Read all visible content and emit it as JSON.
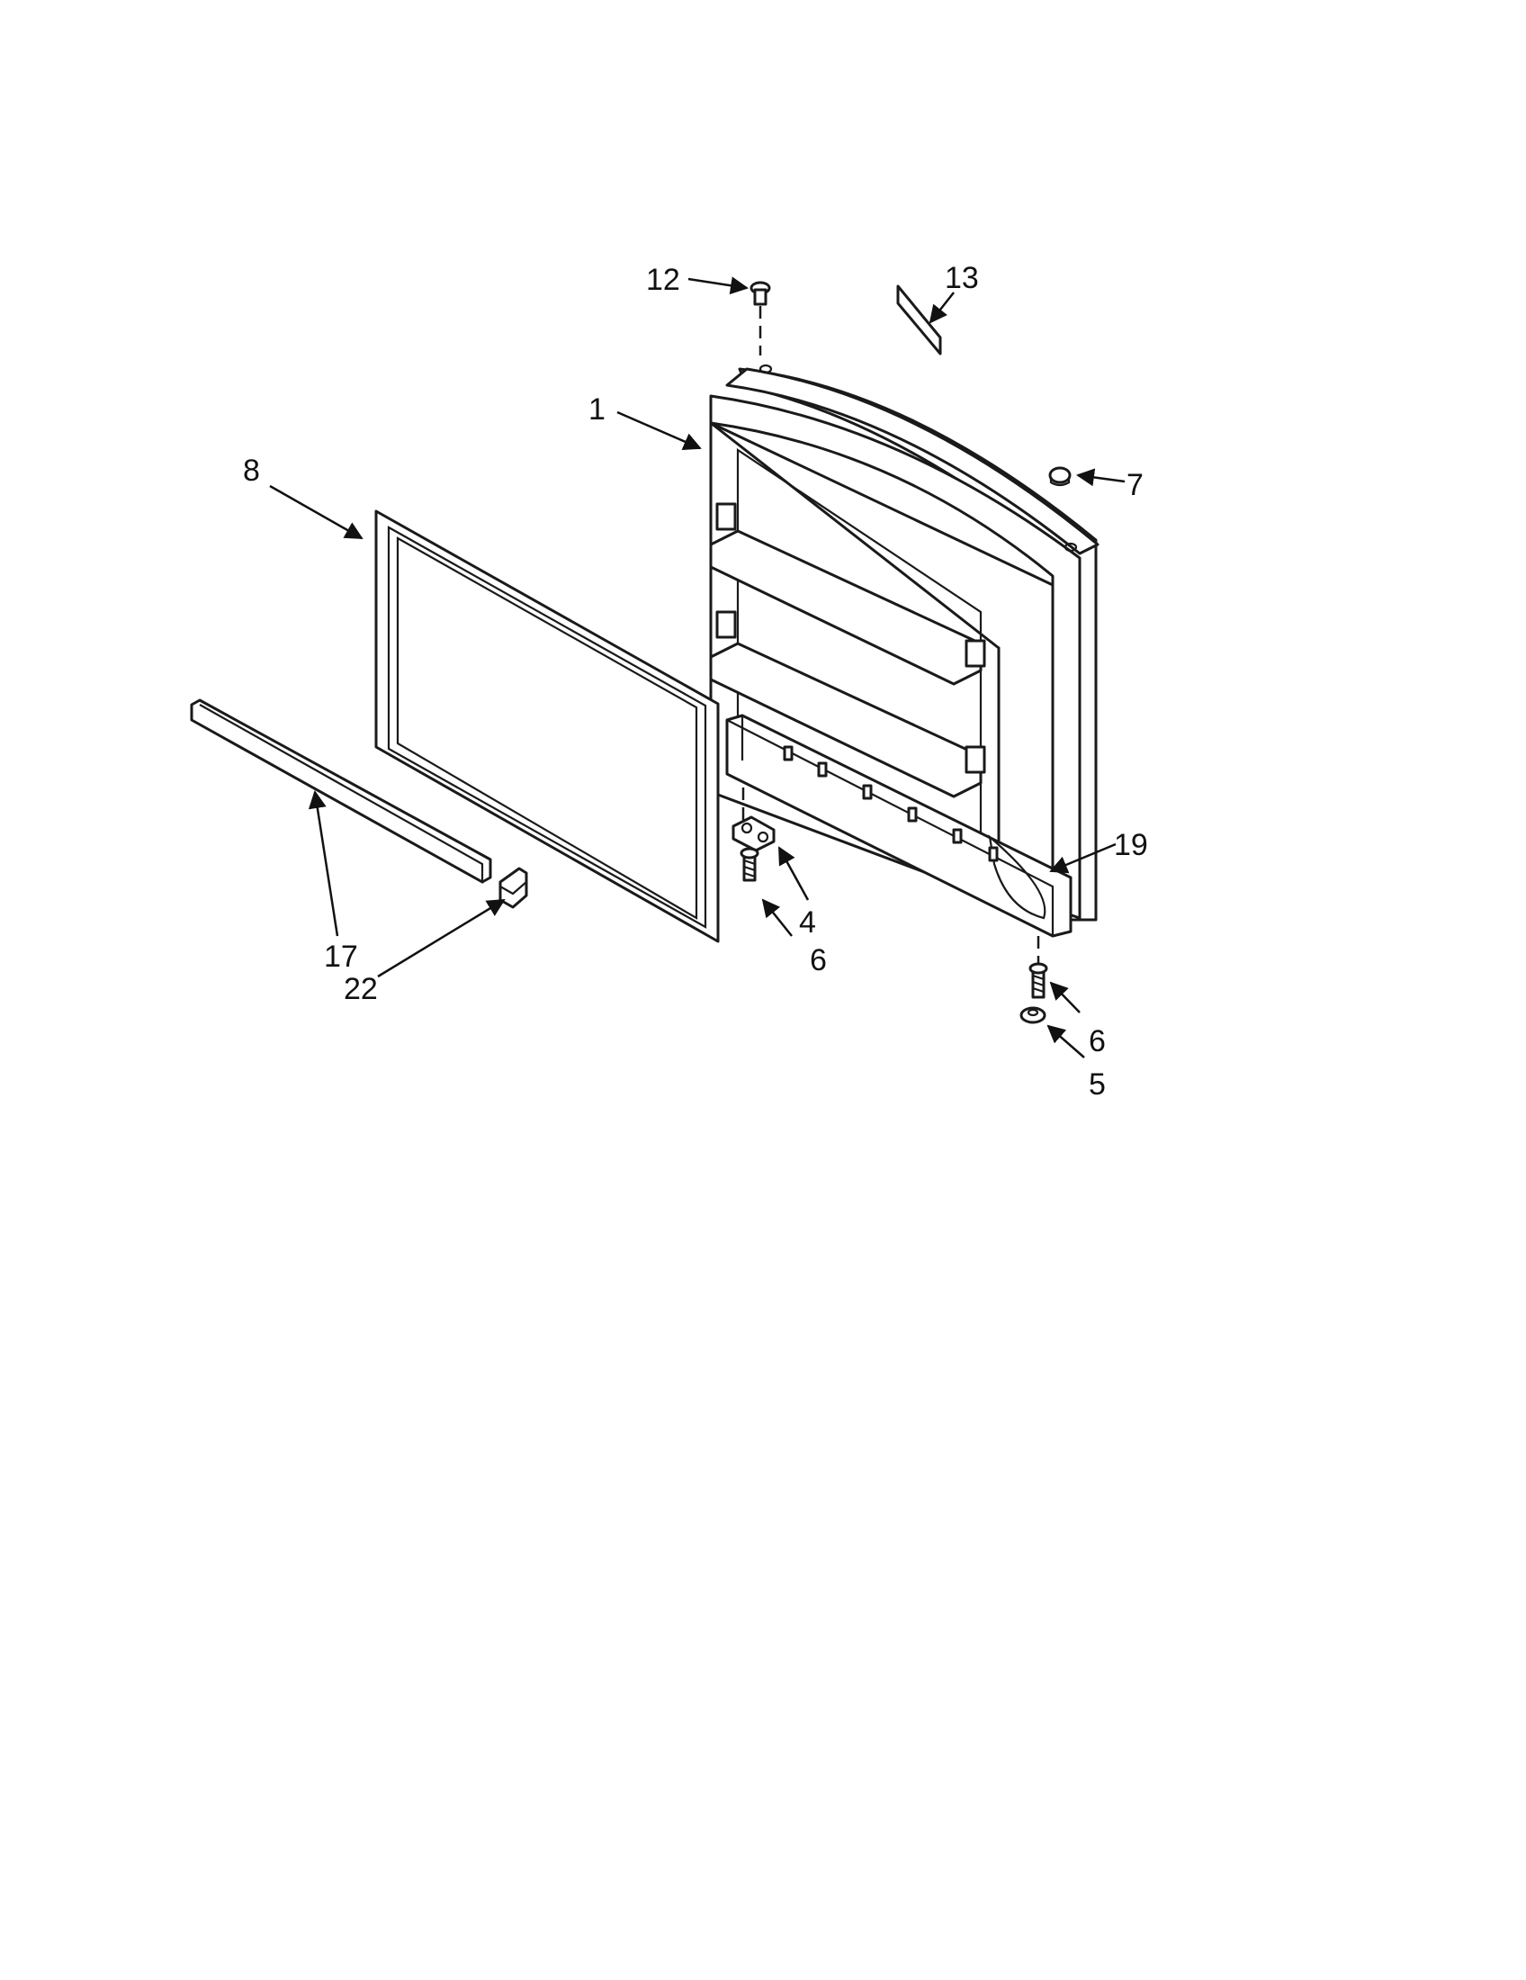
{
  "callouts": {
    "c1": "1",
    "c4": "4",
    "c5": "5",
    "c6a": "6",
    "c6b": "6",
    "c7": "7",
    "c8": "8",
    "c12": "12",
    "c13": "13",
    "c17": "17",
    "c19": "19",
    "c22": "22"
  },
  "colors": {
    "line": "#1a1a1a",
    "background": "#ffffff"
  }
}
